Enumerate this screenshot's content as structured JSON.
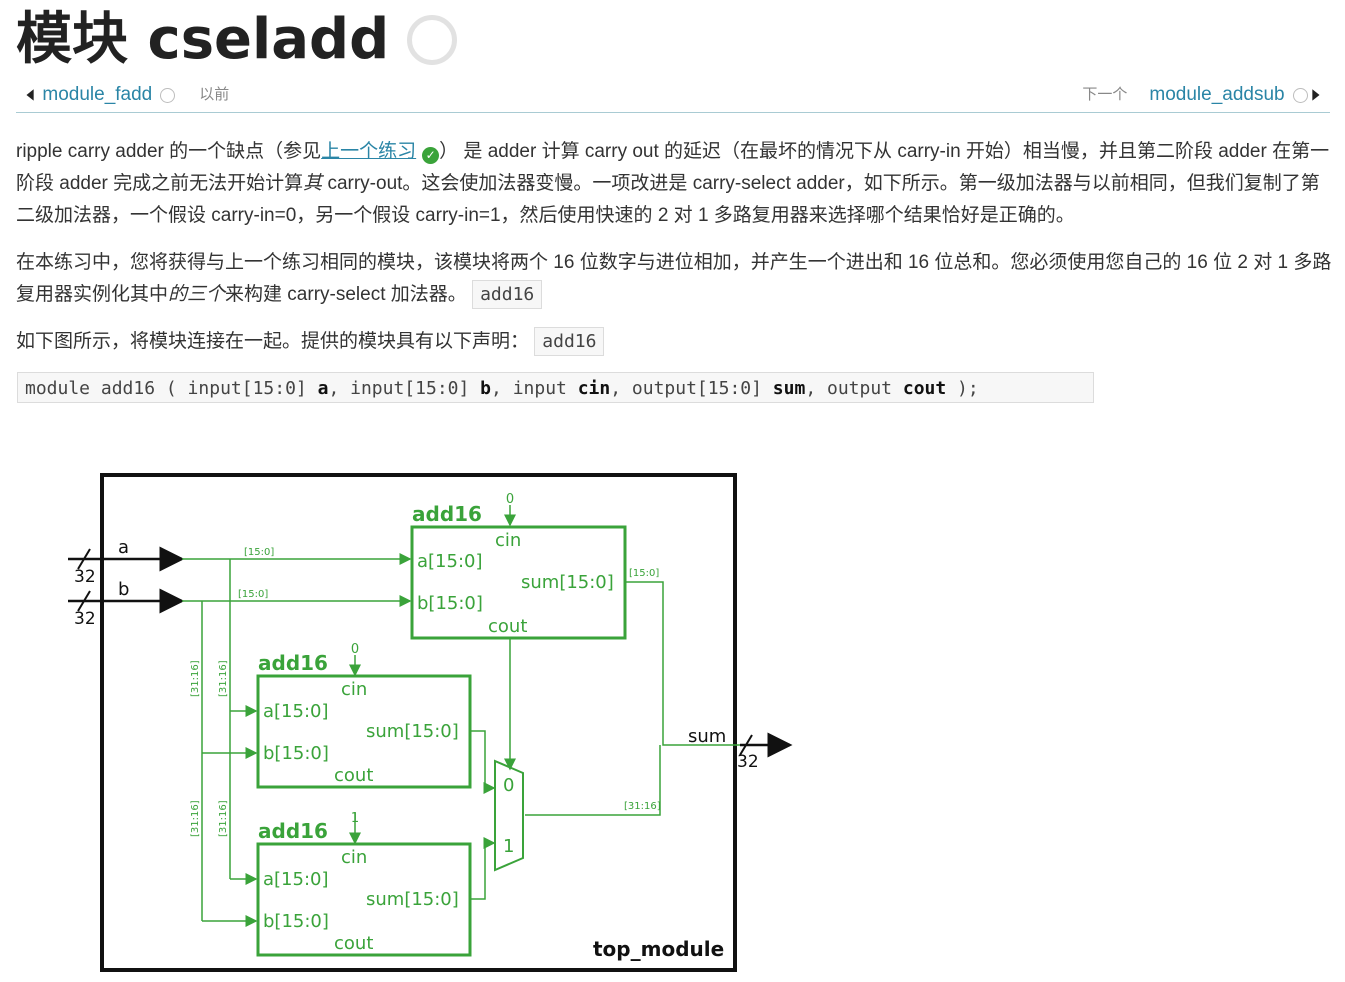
{
  "page": {
    "title": "模块 cseladd"
  },
  "nav": {
    "prev_link": "module_fadd",
    "prev_label": "以前",
    "next_label": "下一个",
    "next_link": "module_addsub"
  },
  "paragraphs": {
    "p1_part1": "ripple carry adder 的一个缺点（参见",
    "p1_link": "上一个练习",
    "p1_part2": "） 是 adder 计算 carry out 的延迟（在最坏的情况下从 carry-in 开始）相当慢，并且第二阶段 adder 在第一阶段 adder 完成之前无法开始计算",
    "p1_em": "其",
    "p1_part3": " carry-out。这会使加法器变慢。一项改进是 carry-select adder，如下所示。第一级加法器与以前相同，但我们复制了第二级加法器，一个假设 carry-in=0，另一个假设 carry-in=1，然后使用快速的 2 对 1 多路复用器来选择哪个结果恰好是正确的。",
    "p2_part1": "在本练习中，您将获得与上一个练习相同的模块，该模块将两个 16 位数字与进位相加，并产生一个进出和 16 位总和。您必须使用您自己的 16 位 2 对 1 多路复用器实例化其中",
    "p2_em": "的三个",
    "p2_part2": "来构建 carry-select 加法器。",
    "p2_code": "add16",
    "p3_text": "如下图所示，将模块连接在一起。提供的模块具有以下声明：",
    "p3_code": "add16"
  },
  "code_block": {
    "t1": "module add16 ( input[15:0] ",
    "a": "a",
    "t2": ", input[15:0] ",
    "b": "b",
    "t3": ", input ",
    "cin": "cin",
    "t4": ", output[15:0] ",
    "sum": "sum",
    "t5": ", output ",
    "cout": "cout",
    "t6": " );"
  },
  "diagram": {
    "top_label": "top_module",
    "input_a": "a",
    "input_b": "b",
    "width_32": "32",
    "output_sum": "sum",
    "block_name": "add16",
    "port_cin": "cin",
    "port_a": "a[15:0]",
    "port_b": "b[15:0]",
    "port_sum": "sum[15:0]",
    "port_cout": "cout",
    "const_0": "0",
    "const_1": "1",
    "mux_0": "0",
    "mux_1": "1",
    "bus_15_0": "[15:0]",
    "bus_31_16": "[31:16]",
    "green": "#3aa33a"
  },
  "icons": {
    "prev_arrow": "arrow-left-icon",
    "next_arrow": "arrow-right-icon",
    "status_circle": "circle-outline-icon",
    "done_check": "check-circle-icon"
  }
}
